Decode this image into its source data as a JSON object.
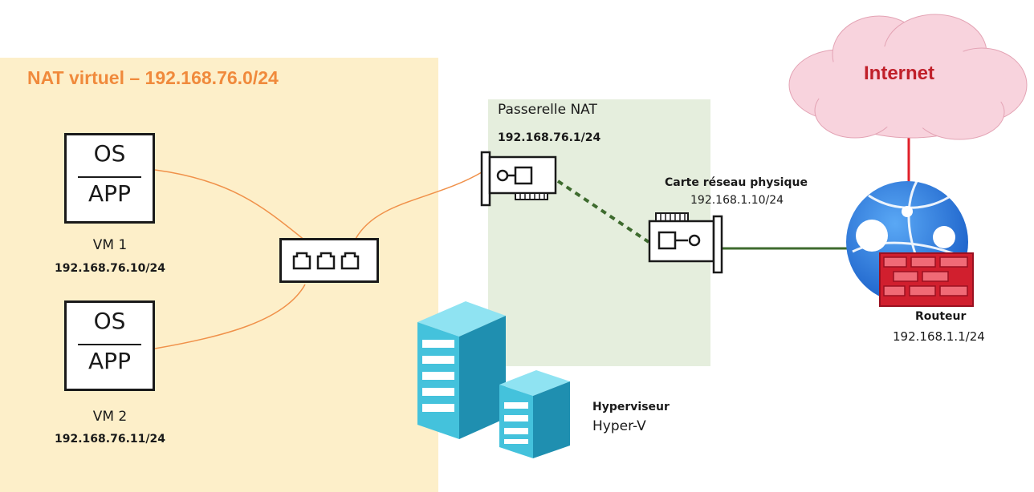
{
  "nat_zone": {
    "title": "NAT virtuel – 192.168.76.0/24"
  },
  "vms": [
    {
      "os": "OS",
      "app": "APP",
      "name": "VM 1",
      "ip": "192.168.76.10/24"
    },
    {
      "os": "OS",
      "app": "APP",
      "name": "VM 2",
      "ip": "192.168.76.11/24"
    }
  ],
  "gateway": {
    "title": "Passerelle NAT",
    "ip": "192.168.76.1/24"
  },
  "physical_nic": {
    "title": "Carte réseau physique",
    "ip": "192.168.1.10/24"
  },
  "internet": {
    "label": "Internet"
  },
  "router": {
    "title": "Routeur",
    "ip": "192.168.1.1/24"
  },
  "hypervisor": {
    "title": "Hyperviseur",
    "subtitle": "Hyper-V"
  },
  "colors": {
    "nat_zone_bg": "#fdefc9",
    "nat_title": "#f08a3c",
    "gateway_zone_bg": "#e5eedd",
    "virtual_link": "#f0914a",
    "physical_link": "#3e6b2e",
    "internet_link": "#e0202a",
    "internet_text": "#c0202a",
    "cloud": "#f8d3dd",
    "globe": "#2f7fe0",
    "firewall": "#d11f2e",
    "server": "#44c2dc"
  },
  "icons": {
    "vm": "vm-box-icon",
    "switch": "switch-icon",
    "nic": "network-card-icon",
    "cloud": "cloud-icon",
    "router": "globe-router-icon",
    "firewall": "firewall-icon",
    "hypervisor": "server-tower-icon"
  }
}
